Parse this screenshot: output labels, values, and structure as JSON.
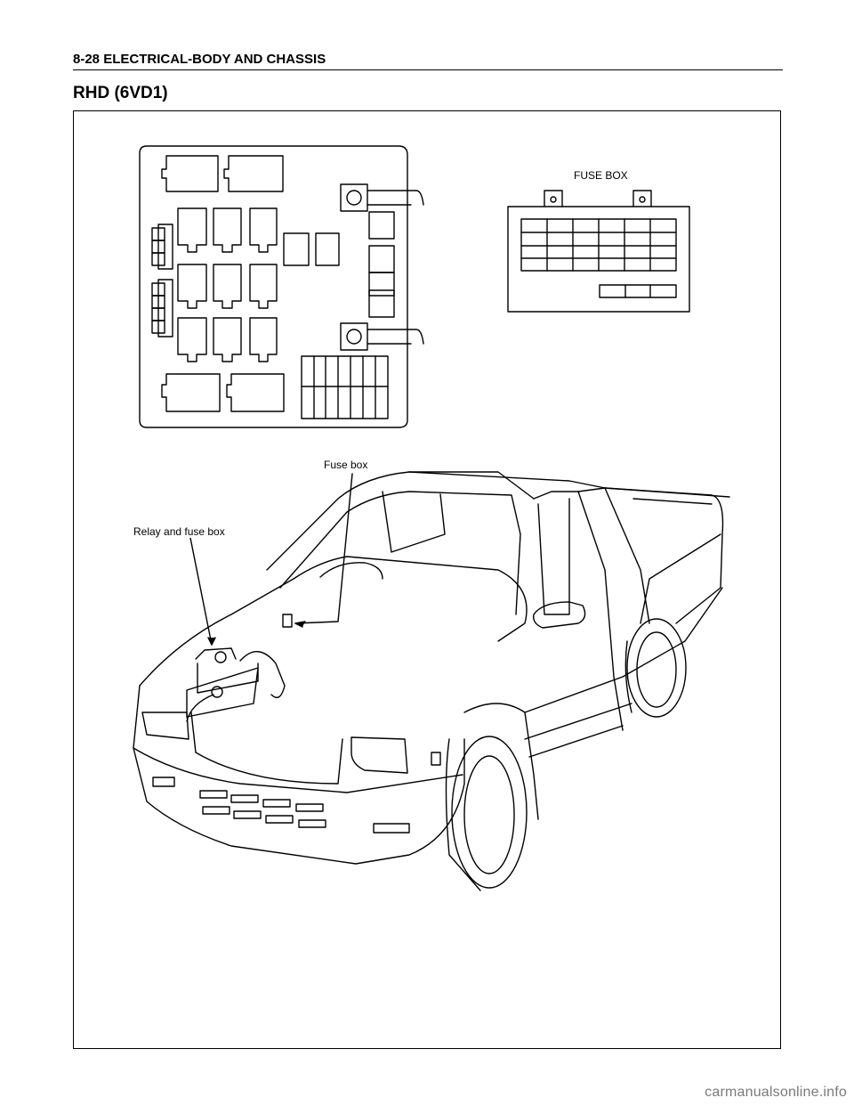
{
  "page": {
    "header": "8-28  ELECTRICAL-BODY AND CHASSIS",
    "section_title": "RHD (6VD1)"
  },
  "figure": {
    "fuse_box_detail_label": "FUSE BOX",
    "callout_fuse_box": "Fuse box",
    "callout_relay_and_fuse_box": "Relay and fuse box"
  },
  "footer": {
    "watermark": "carmanualsonline.info"
  }
}
